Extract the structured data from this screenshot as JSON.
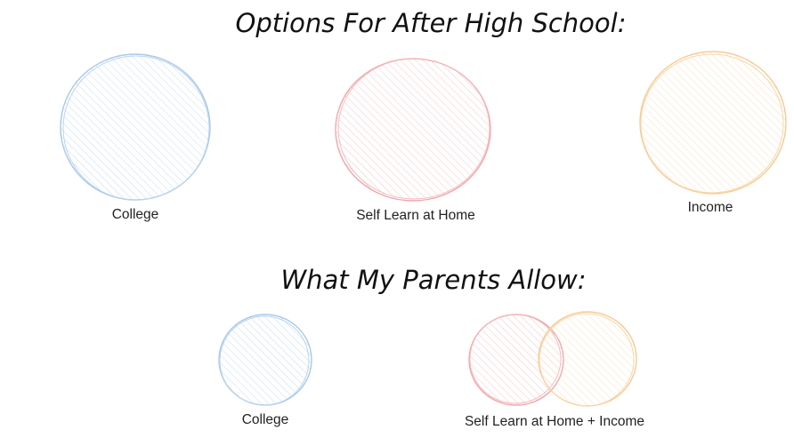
{
  "headings": {
    "top": "Options For After High School:",
    "bottom": "What My Parents Allow:"
  },
  "labels": {
    "college_top": "College",
    "self_learn_top": "Self Learn at Home",
    "income_top": "Income",
    "college_bottom": "College",
    "self_learn_income_bottom": "Self Learn at Home + Income"
  },
  "colors": {
    "blue": "#a9c8ea",
    "red": "#f0a8ad",
    "orange": "#f7cb94"
  }
}
